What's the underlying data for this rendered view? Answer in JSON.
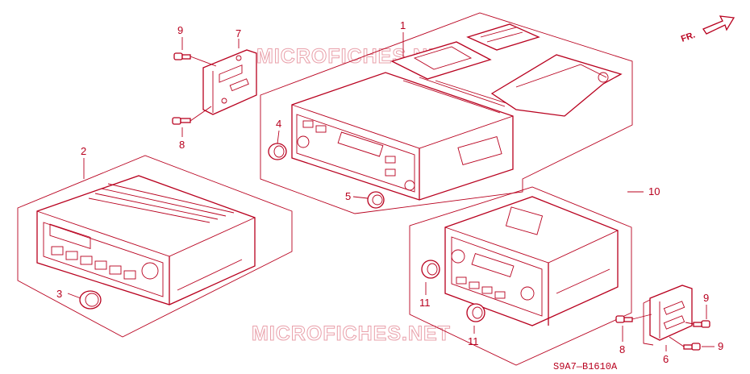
{
  "diagram": {
    "watermark": "MICROFICHES.NET",
    "diagram_code": "S9A7—B1610A",
    "direction_label": "FR.",
    "callouts": [
      "1",
      "2",
      "3",
      "4",
      "5",
      "6",
      "7",
      "8",
      "8",
      "9",
      "9",
      "9",
      "10",
      "11",
      "11"
    ]
  }
}
